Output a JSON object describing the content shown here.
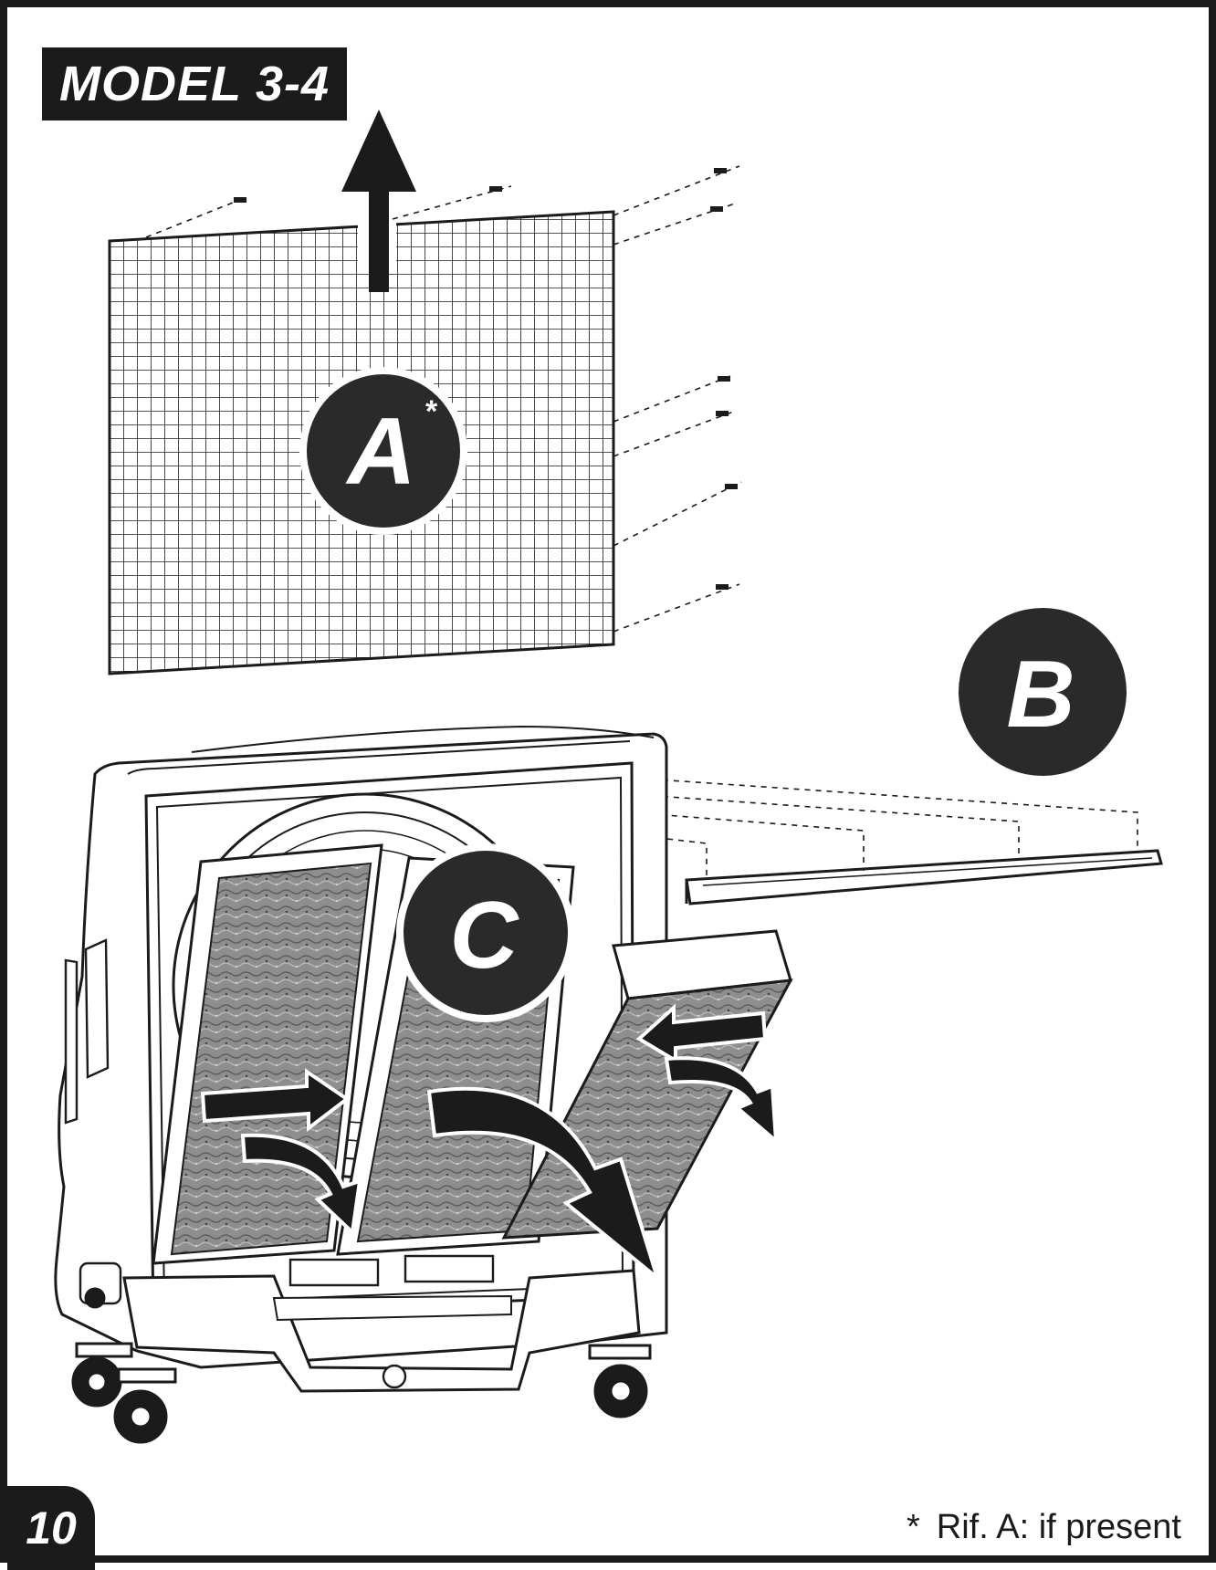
{
  "model_label": "MODEL 3-4",
  "callouts": {
    "a": {
      "letter": "A",
      "asterisk": "*"
    },
    "b": {
      "letter": "B"
    },
    "c": {
      "letter": "C"
    }
  },
  "footnote": {
    "mark": "*",
    "text": "Rif. A: if present"
  },
  "page_number": "10",
  "colors": {
    "ink": "#1b1b1b",
    "paper": "#ffffff",
    "pad": "#8a8a8a"
  }
}
